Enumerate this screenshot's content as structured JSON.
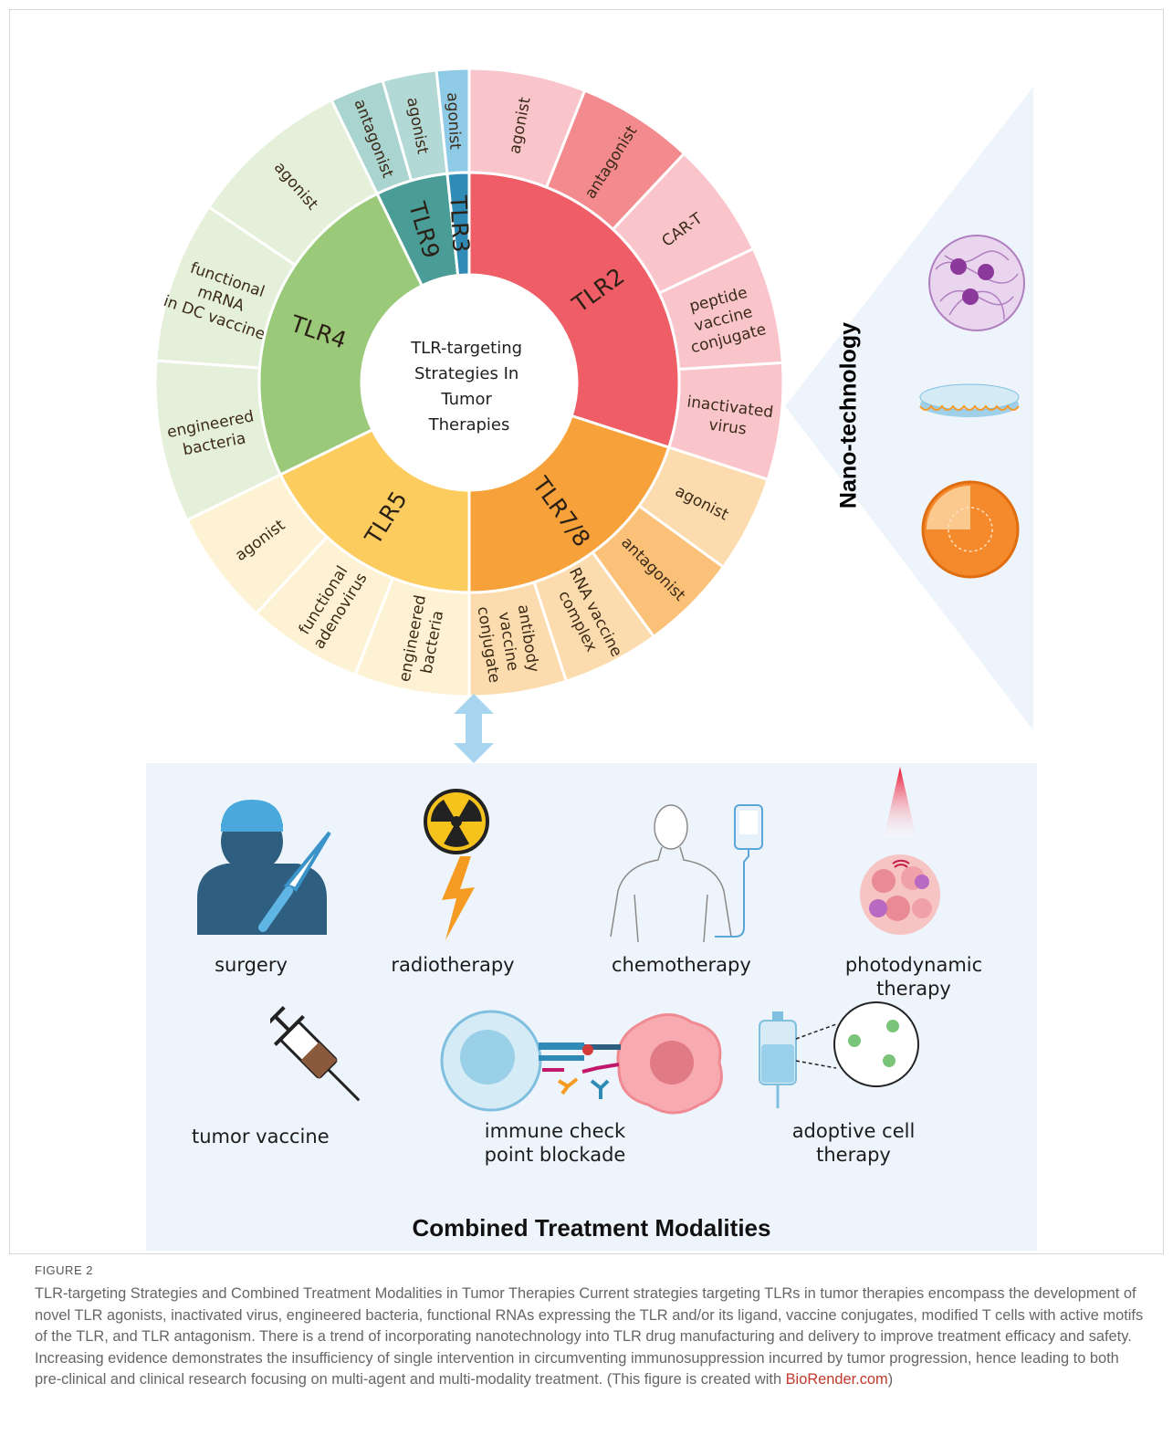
{
  "center_title": [
    "TLR-targeting",
    "Strategies In",
    "Tumor",
    "Therapies"
  ],
  "receptors": [
    {
      "name": "TLR2",
      "color": "#ef5d66",
      "outer": [
        {
          "lines": [
            "agonist"
          ],
          "color": "#f9c5ca"
        },
        {
          "lines": [
            "antagonist"
          ],
          "color": "#f38a8e"
        },
        {
          "lines": [
            "CAR-T"
          ],
          "color": "#f9c5ca"
        },
        {
          "lines": [
            "peptide",
            "vaccine",
            "conjugate"
          ],
          "color": "#f9c5ca"
        },
        {
          "lines": [
            "inactivated",
            "virus"
          ],
          "color": "#f9c5ca"
        }
      ]
    },
    {
      "name": "TLR7/8",
      "color": "#f7a13a",
      "outer": [
        {
          "lines": [
            "agonist"
          ],
          "color": "#fcdcae"
        },
        {
          "lines": [
            "antagonist"
          ],
          "color": "#fbc178"
        },
        {
          "lines": [
            "RNA vaccine",
            "complex"
          ],
          "color": "#fcdcae"
        },
        {
          "lines": [
            "antibody",
            "vaccine",
            "conjugate"
          ],
          "color": "#fcdcae"
        }
      ]
    },
    {
      "name": "TLR5",
      "color": "#fccc5f",
      "outer": [
        {
          "lines": [
            "engineered",
            "bacteria"
          ],
          "color": "#fdf3d4"
        },
        {
          "lines": [
            "functional",
            "adenovirus"
          ],
          "color": "#fdf3d4"
        },
        {
          "lines": [
            "agonist"
          ],
          "color": "#fdf3d4"
        }
      ]
    },
    {
      "name": "TLR4",
      "color": "#9bc97a",
      "outer": [
        {
          "lines": [
            "engineered",
            "bacteria"
          ],
          "color": "#e5f0da"
        },
        {
          "lines": [
            "functional",
            "mRNA",
            "in DC vaccine"
          ],
          "color": "#e5f0da"
        },
        {
          "lines": [
            "agonist"
          ],
          "color": "#e5f0da"
        }
      ]
    },
    {
      "name": "TLR9",
      "color": "#4a9d96",
      "outer": [
        {
          "lines": [
            "antagonist"
          ],
          "color": "#a9d4d0"
        },
        {
          "lines": [
            "agonist"
          ],
          "color": "#b3d9d6"
        }
      ]
    },
    {
      "name": "TLR3",
      "color": "#2f8bb5",
      "outer": [
        {
          "lines": [
            "agonist"
          ],
          "color": "#8fcbe6"
        }
      ]
    }
  ],
  "nano_label": "Nano-technology",
  "modalities_title": "Combined Treatment Modalities",
  "modalities": {
    "surgery": "surgery",
    "radiotherapy": "radiotherapy",
    "chemotherapy": "chemotherapy",
    "photodynamic": [
      "photodynamic",
      "therapy"
    ],
    "tumor_vaccine": "tumor vaccine",
    "checkpoint": [
      "immune check",
      "point blockade"
    ],
    "adoptive": [
      "adoptive cell",
      "therapy"
    ]
  },
  "caption": {
    "figure_number": "FIGURE 2",
    "text": "TLR-targeting Strategies and Combined Treatment Modalities in Tumor Therapies Current strategies targeting TLRs in tumor therapies encompass the development of novel TLR agonists, inactivated virus, engineered bacteria, functional RNAs expressing the TLR and/or its ligand, vaccine conjugates, modified T cells with active motifs of the TLR, and TLR antagonism. There is a trend of incorporating nanotechnology into TLR drug manufacturing and delivery to improve treatment efficacy and safety. Increasing evidence demonstrates the insufficiency of single intervention in circumventing immunosuppression incurred by tumor progression, hence leading to both pre-clinical and clinical research focusing on multi-agent and multi-modality treatment. (This figure is created with ",
    "link": "BioRender.com",
    "tail": ")"
  }
}
